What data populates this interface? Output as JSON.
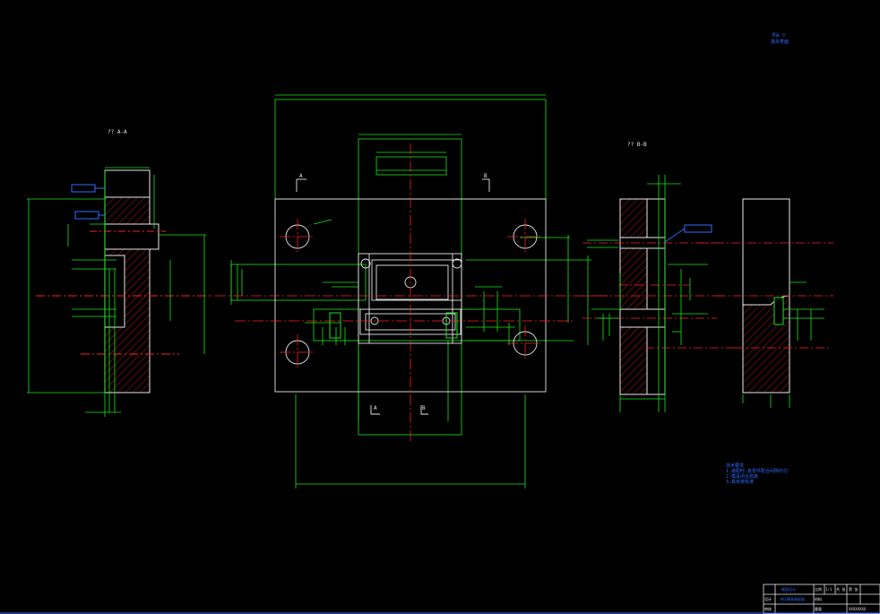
{
  "title_block": {
    "cells": [
      "比例",
      "1:1",
      "共 张",
      "第 张",
      "材料",
      "重量",
      "设计",
      "审核",
      "模具设计",
      "冲压模具装配图",
      "XXXXXXXX"
    ]
  },
  "labels": {
    "section_aa": "?? A-A",
    "section_bb": "?? B-B",
    "corner_note": "Ra  ▽",
    "corner_note2": "其余表面",
    "cut_a_top": "A",
    "cut_b_top": "B",
    "cut_a_bot": "A",
    "cut_b_bot": "B",
    "note_title": "技术要求",
    "note_1": "1.装配时,各零件配合间隙均匀",
    "note_2": "2.模具闭合高度",
    "note_3": "3.其余按标准"
  },
  "colors": {
    "outline": "#e8e8e8",
    "dimension": "#19e619",
    "center": "#ff2020",
    "callout": "#2f6bff",
    "hatch": "#ff2020"
  }
}
